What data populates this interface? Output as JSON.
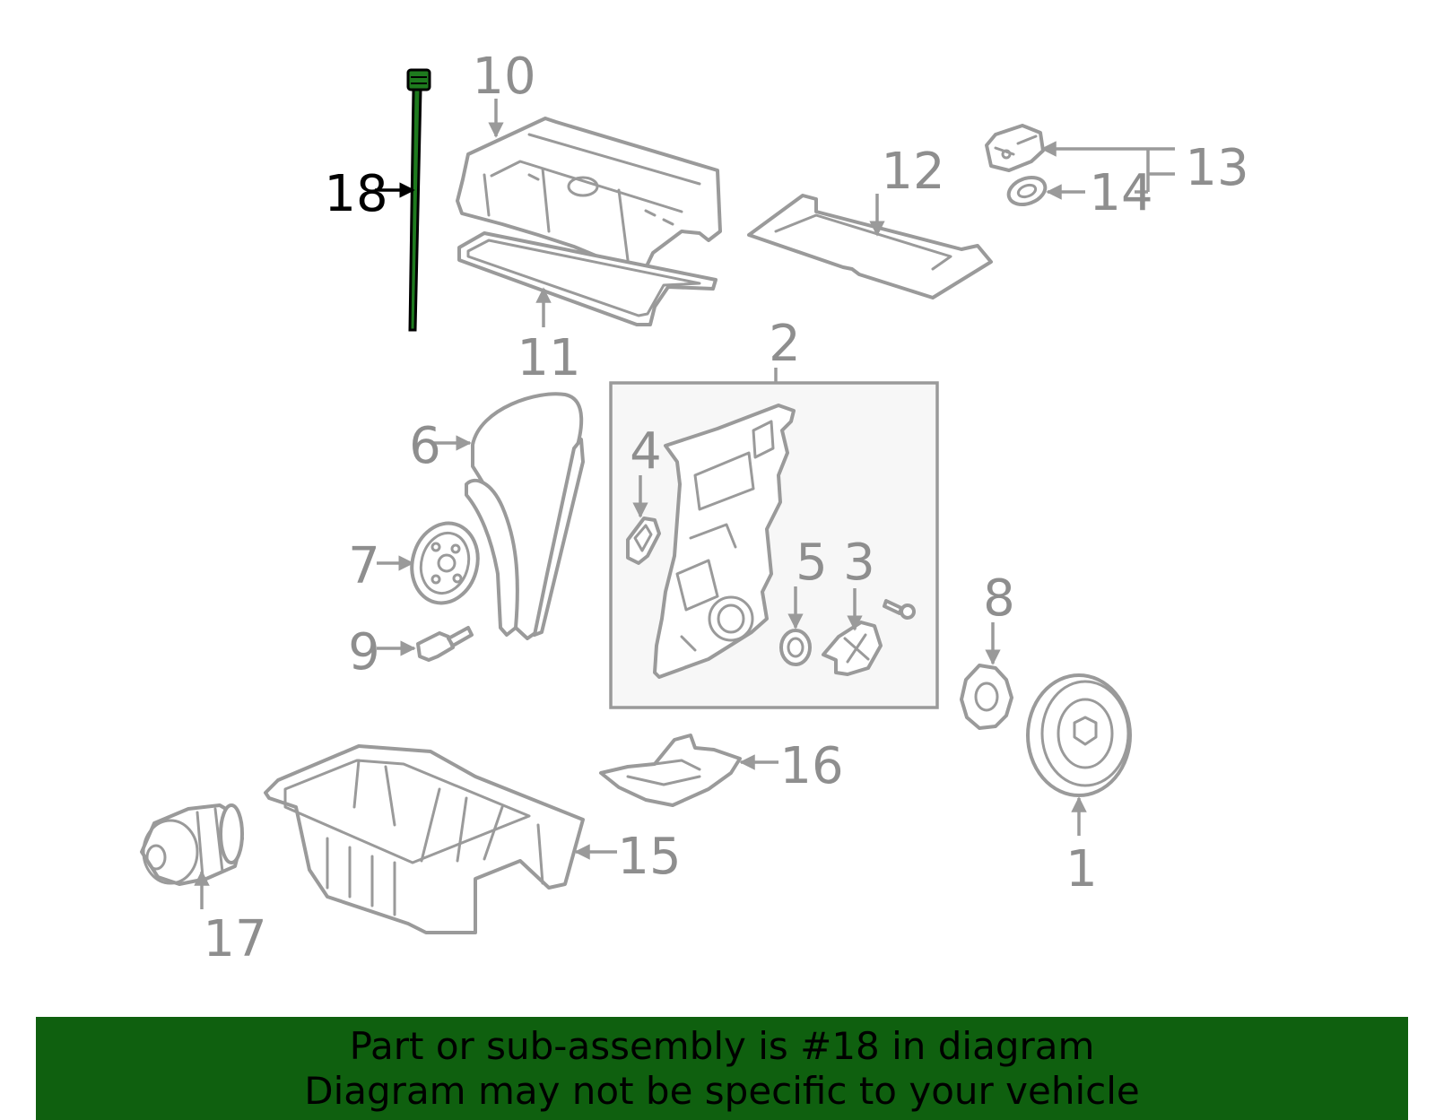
{
  "callouts": {
    "c1": "1",
    "c2": "2",
    "c3": "3",
    "c4": "4",
    "c5": "5",
    "c6": "6",
    "c7": "7",
    "c8": "8",
    "c9": "9",
    "c10": "10",
    "c11": "11",
    "c12": "12",
    "c13": "13",
    "c14": "14",
    "c15": "15",
    "c16": "16",
    "c17": "17",
    "c18": "18"
  },
  "highlight_part": "18",
  "colors": {
    "highlight_part": "#1e7a1e",
    "banner_background": "#0f600f",
    "line_art": "#9a9a9a",
    "subassembly_box": "#f7f7f7"
  },
  "banner": {
    "line1": "Part or sub-assembly is #18 in diagram",
    "line2": "Diagram may not be specific to your vehicle"
  }
}
